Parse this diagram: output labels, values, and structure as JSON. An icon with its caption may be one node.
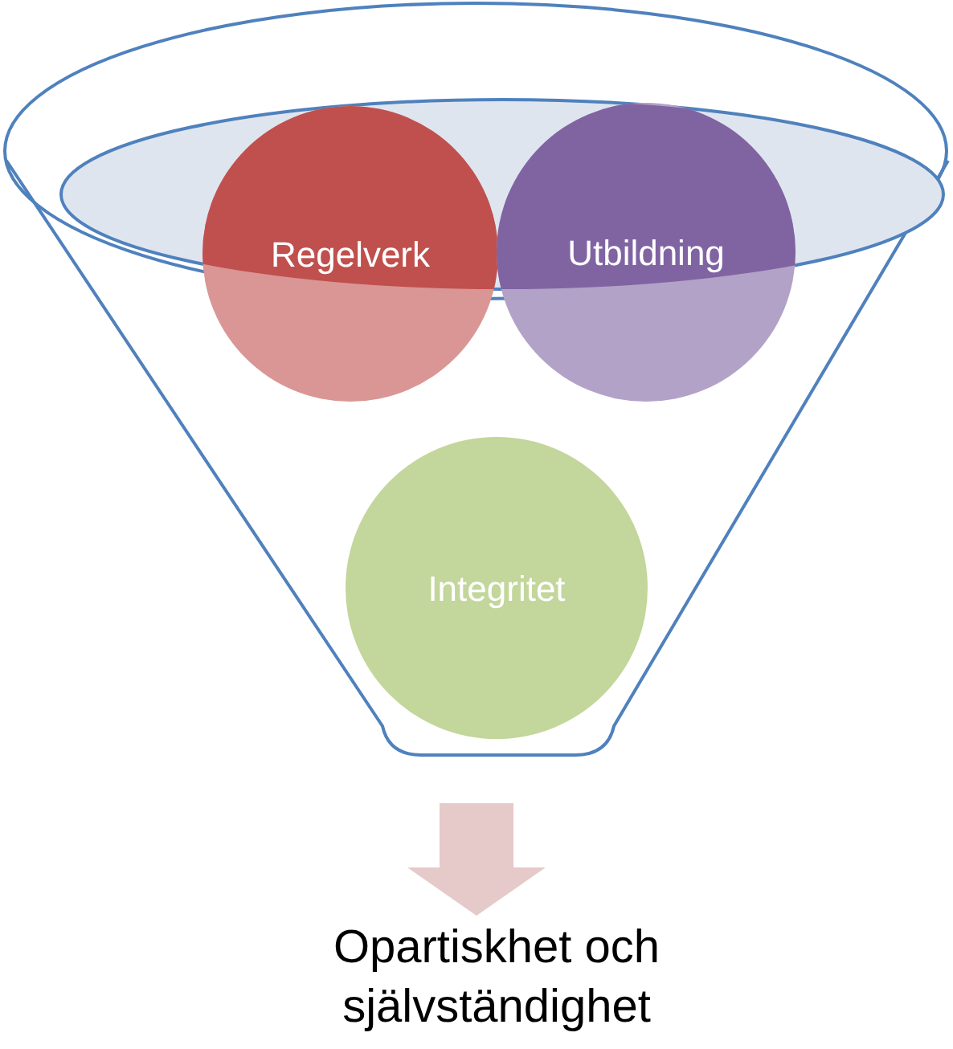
{
  "diagram": {
    "nodes": [
      {
        "text": [],
        "shape": "funnel"
      },
      {
        "text": [
          "Regelverk"
        ],
        "in": 0
      },
      {
        "text": [
          "Utbildning"
        ],
        "in": 0
      },
      {
        "text": [
          "Integritet"
        ],
        "in": 0
      },
      {
        "text": [
          "Opartiskhet och självständighet"
        ]
      }
    ],
    "edges": [
      {
        "from": 0,
        "to": 4,
        "arrow": "to",
        "style": "thick",
        "color": "#e6c9c9"
      }
    ]
  }
}
